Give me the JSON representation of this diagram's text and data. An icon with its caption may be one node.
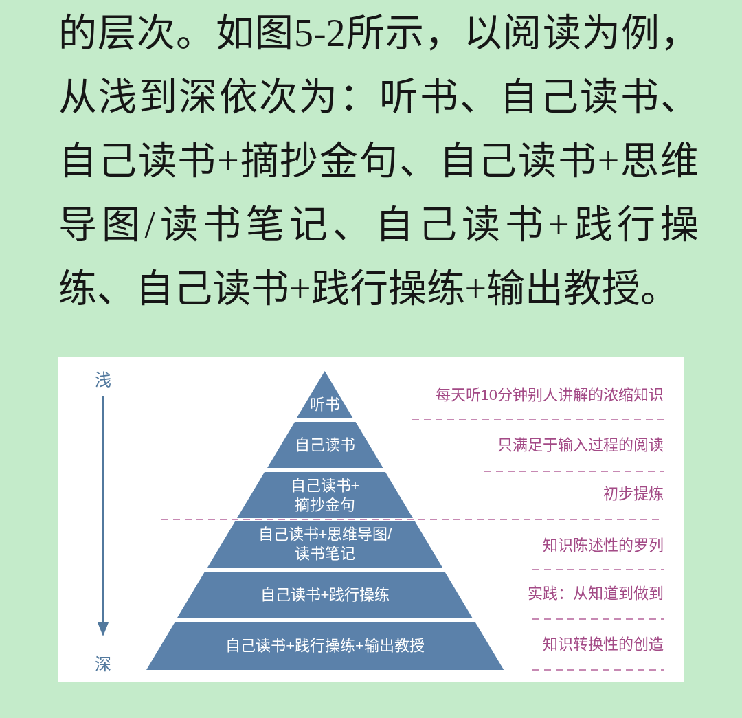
{
  "diagram": {
    "nodes": [
      {
        "text": [
          "听书"
        ]
      },
      {
        "text": [
          "自己读书"
        ]
      },
      {
        "text": [
          "自己读书+摘抄金句"
        ]
      },
      {
        "text": [
          "自己读书+思维导图/读书笔记"
        ]
      },
      {
        "text": [
          "自己读书+践行操练"
        ]
      },
      {
        "text": [
          "自己读书+践行操练+输出教授"
        ]
      }
    ],
    "labels": [
      "的层次。如图5-2所示，以阅读为例，从浅到深依次为：听书、自己读书、自己读书+摘抄金句、自己读书+思维导图/读书笔记、自己读书+践行操练、自己读书+践行操练+输出教授。",
      "浅",
      "每天听10分钟别人讲解的浓缩知识",
      "只满足于输入过程的阅读",
      "初步提炼",
      "知识陈述性的罗列",
      "实践：从知道到做到",
      "知识转换性的创造",
      "深"
    ]
  }
}
